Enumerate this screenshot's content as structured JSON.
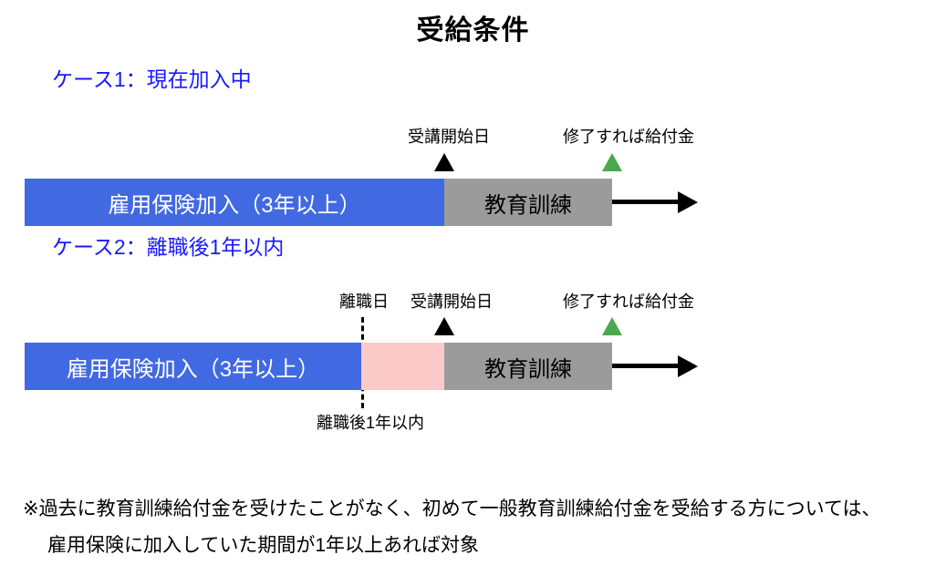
{
  "title": "受給条件",
  "cases": [
    {
      "heading": "ケース1：現在加入中",
      "markers": [
        {
          "label": "受講開始日",
          "icon": "triangle-up-black",
          "color": "#000000"
        },
        {
          "label": "修了すれば給付金",
          "icon": "triangle-up-green",
          "color": "#4aa84f"
        }
      ],
      "segments": [
        {
          "label": "雇用保険加入（3年以上）",
          "color": "#4169e1",
          "text_color": "#ffffff"
        },
        {
          "label": "教育訓練",
          "color": "#9b9b9b",
          "text_color": "#000000"
        }
      ],
      "arrow": "arrow-right"
    },
    {
      "heading": "ケース2：離職後1年以内",
      "markers": [
        {
          "label": "離職日",
          "icon": "dashed-line",
          "color": "#000000"
        },
        {
          "label": "受講開始日",
          "icon": "triangle-up-black",
          "color": "#000000"
        },
        {
          "label": "修了すれば給付金",
          "icon": "triangle-up-green",
          "color": "#4aa84f"
        }
      ],
      "segments": [
        {
          "label": "雇用保険加入（3年以上）",
          "color": "#4169e1",
          "text_color": "#ffffff"
        },
        {
          "label": "",
          "color": "#fcc9c9",
          "text_color": "#000000"
        },
        {
          "label": "教育訓練",
          "color": "#9b9b9b",
          "text_color": "#000000"
        }
      ],
      "below_label": "離職後1年以内",
      "arrow": "arrow-right"
    }
  ],
  "footnote": {
    "line1": "※過去に教育訓練給付金を受けたことがなく、初めて一般教育訓練給付金を受給する方については、",
    "line2": "雇用保険に加入していた期間が1年以上あれば対象"
  }
}
